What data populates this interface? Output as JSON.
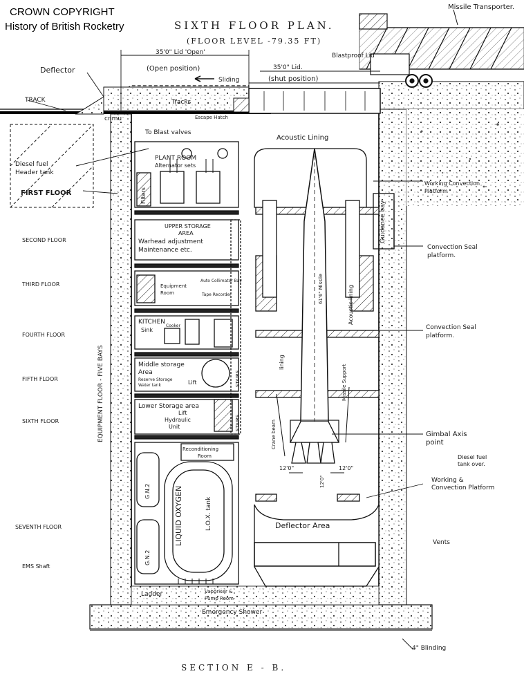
{
  "copyright": {
    "line1": "CROWN COPYRIGHT",
    "line2": "History of British Rocketry"
  },
  "header": {
    "title": "SIXTH FLOOR PLAN.",
    "floor_level": "(FLOOR LEVEL -79.35 FT)",
    "missile_transporter": "Missile Transporter.",
    "lid_open_dim": "35'0\" Lid 'Open'",
    "open_position": "(Open position)",
    "sliding": "Sliding",
    "lid_shut_dim": "35'0\" Lid.",
    "shut_position": "(shut position)",
    "blastproof_lid": "Blastproof Lid",
    "deflector": "Deflector",
    "track": "TRACK",
    "tracks": "Tracks",
    "cnmu": "cnmu",
    "escape_hatch": "Escape Hatch"
  },
  "left_labels": {
    "blast_valves": "To Blast valves",
    "diesel_tank_1": "Diesel fuel",
    "diesel_tank_2": "Header tank",
    "first_floor": "FIRST FLOOR",
    "second_floor": "SECOND FLOOR",
    "third_floor": "THIRD FLOOR",
    "fourth_floor": "FOURTH FLOOR",
    "fifth_floor": "FIFTH FLOOR",
    "sixth_floor": "SIXTH FLOOR",
    "seventh_floor": "SEVENTH FLOOR",
    "ems_shaft": "EMS Shaft",
    "equipment_bay_vertical": "EQUIPMENT FLOOR - FIVE BAYS"
  },
  "rooms": {
    "plant_room": "PLANT ROOM",
    "alternator_sets": "Alternator sets",
    "filters": "Filters",
    "upper_storage_1": "UPPER STORAGE",
    "upper_storage_2": "AREA",
    "warhead_adj_1": "Warhead adjustment",
    "warhead_adj_2": "Maintenance etc.",
    "equipment_room_1": "Equipment",
    "equipment_room_2": "Room",
    "auto_collimator": "Auto Collimator Bay",
    "tape_recorder": "Tape Recorder",
    "kitchen": "KITCHEN",
    "sink": "Sink",
    "cooker": "Cooker",
    "middle_storage_1": "Middle storage",
    "middle_storage_2": "Area",
    "reserve_storage_1": "Reserve Storage",
    "reserve_storage_2": "Water tank",
    "lift_1": "Lift",
    "stairs_1": "STAIRS",
    "lower_storage": "Lower Storage area",
    "lift_2": "Lift",
    "hydraulic_1": "Hydraulic",
    "hydraulic_2": "Unit",
    "stairs_2": "STAIRS",
    "reconditioning_1": "Reconditioning",
    "reconditioning_2": "Room",
    "liquid_oxygen": "LIQUID OXYGEN",
    "lox_tank": "L.O.X. tank",
    "gn2_left": "G.N.2",
    "gn2_lower": "G.N.2",
    "ladder": "Ladder",
    "vaporiser_1": "Vaporiser &",
    "vaporiser_2": "Pump Room",
    "emergency_shower": "Emergency Shower",
    "deflector_area": "Deflector Area",
    "acoustic_lining": "Acoustic Lining",
    "acoustic_lining_side": "Acoustic lining",
    "lining": "lining",
    "guidance_bay": "Guidance bay",
    "missile_support": "Missile Support",
    "crane_beam": "Crane beam",
    "dim_missile": "61'6\" Missile",
    "dim_12_left": "12'0\"",
    "dim_12_right": "12'0\"",
    "dim_12_mid": "12'0\"",
    "section": "SECTION E - B."
  },
  "right_labels": {
    "working_convection_1": "Working Convection",
    "working_convection_2": "Platform",
    "convection_seal_a1": "Convection Seal",
    "convection_seal_a2": "platform.",
    "convection_seal_b1": "Convection Seal",
    "convection_seal_b2": "platform.",
    "gimbal_1": "Gimbal Axis",
    "gimbal_2": "point",
    "diesel_fuel_1": "Diesel fuel",
    "diesel_fuel_2": "tank over.",
    "working_platform_1": "Working &",
    "working_platform_2": "Convection Platform",
    "vents": "Vents",
    "blinding": "4\" Blinding"
  }
}
